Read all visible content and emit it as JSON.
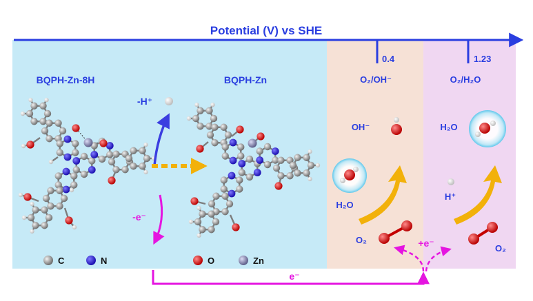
{
  "axis": {
    "title": "Potential (V) vs SHE",
    "ticks": [
      {
        "value_text": "0.4",
        "couple": "O₂/OH⁻"
      },
      {
        "value_text": "1.23",
        "couple": "O₂/H₂O"
      }
    ]
  },
  "molecules": {
    "reactant_label": "BQPH-Zn-8H",
    "product_label": "BQPH-Zn"
  },
  "steps": {
    "deprotonation": "-H⁺",
    "oxidation": "-e⁻",
    "reduction": "+e⁻",
    "electron_transfer": "e⁻"
  },
  "legend": [
    {
      "symbol": "C",
      "color": "#8c8c8c"
    },
    {
      "symbol": "N",
      "color": "#2a1bd6"
    },
    {
      "symbol": "O",
      "color": "#e01010"
    },
    {
      "symbol": "Zn",
      "color": "#7c7ca8"
    }
  ],
  "species": {
    "hydroxide": "OH⁻",
    "water_right": "H₂O",
    "water_left": "H₂O",
    "proton": "H⁺",
    "oxygen_left": "O₂",
    "oxygen_right": "O₂"
  },
  "colors": {
    "axis": "#2a3ee0",
    "left_panel": "#c6eaf7",
    "mid_panel": "#f6e1d6",
    "right_panel": "#f0d7f2",
    "magenta": "#e515e0",
    "orange": "#f2b10a",
    "blue_arrow": "#3b3ee0"
  }
}
